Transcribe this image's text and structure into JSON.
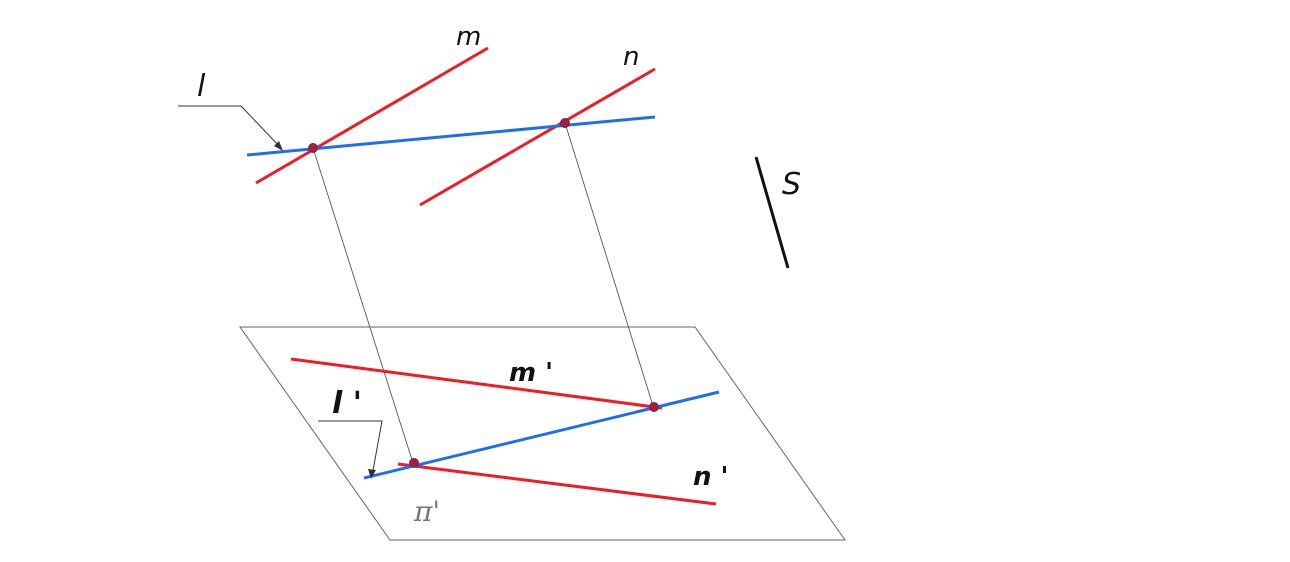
{
  "labels": {
    "l": "l",
    "m": "m",
    "n": "n",
    "s": "S",
    "m_prime": "m '",
    "n_prime": "n '",
    "l_prime": "l '",
    "pi_prime": "π'"
  },
  "colors": {
    "red_line": "#ee1c24",
    "blue_line": "#1e6fe8",
    "thin_line": "#555555",
    "plane_edge": "#666666",
    "point": "#c0161c",
    "direction": "#111111"
  }
}
